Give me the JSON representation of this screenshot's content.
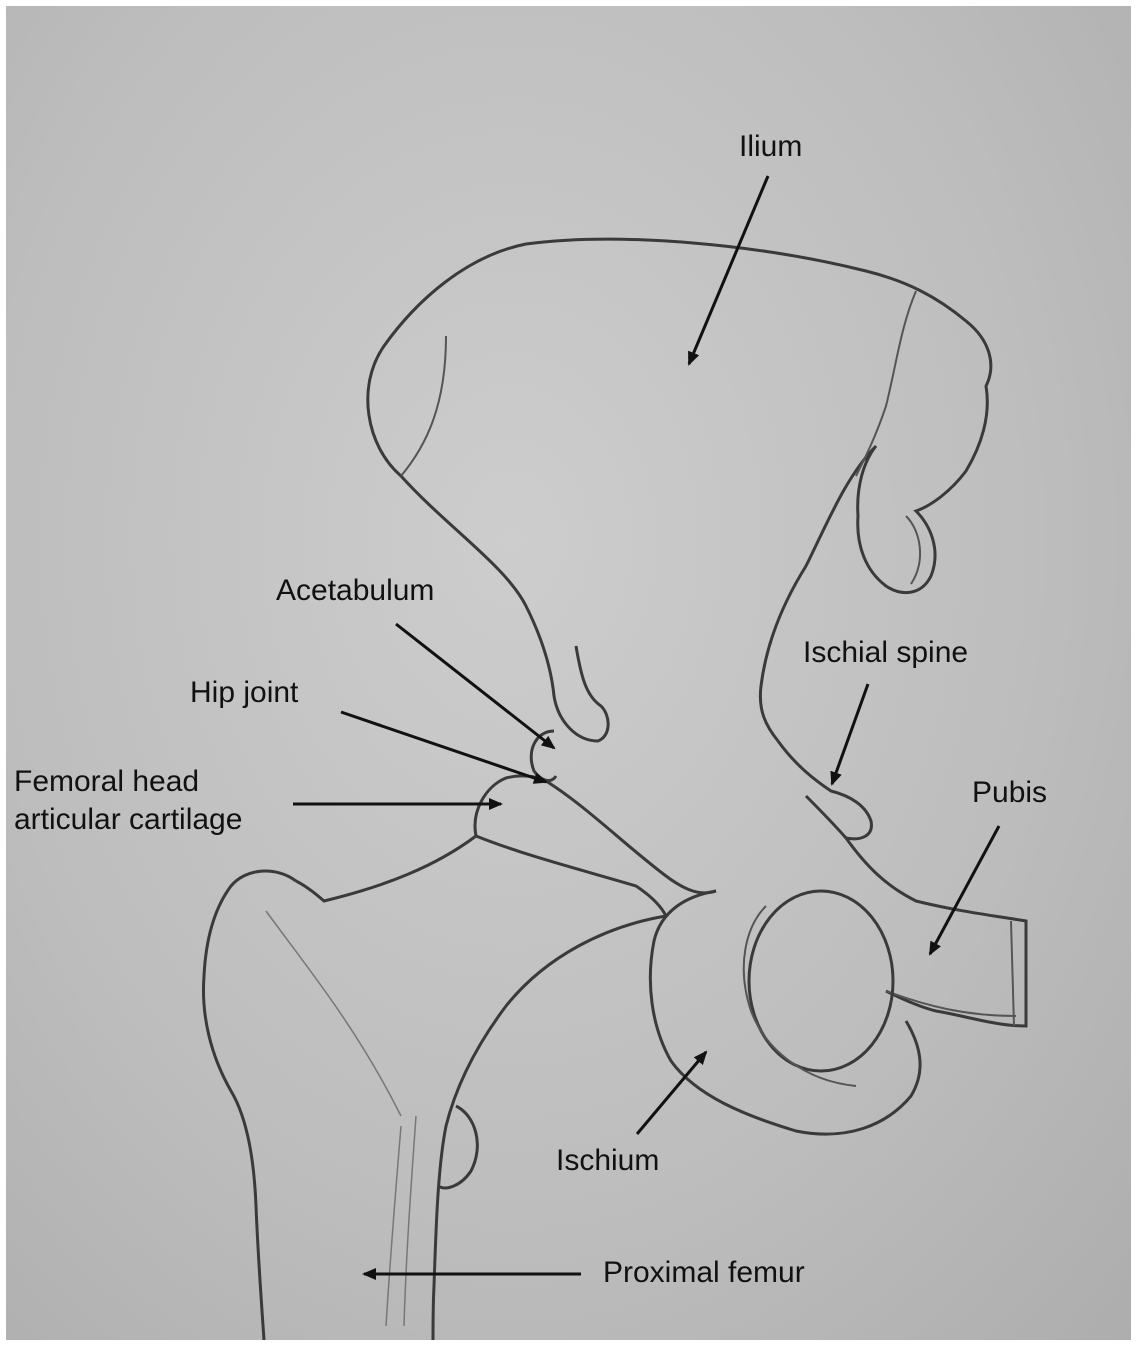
{
  "labels": {
    "ilium": "Ilium",
    "acetabulum": "Acetabulum",
    "hip_joint": "Hip joint",
    "femoral_head_cartilage": "Femoral head\narticular cartilage",
    "ischial_spine": "Ischial spine",
    "pubis": "Pubis",
    "ischium": "Ischium",
    "proximal_femur": "Proximal femur"
  },
  "colors": {
    "paper": "#c2c2c2",
    "pencil": "#3a3a3a",
    "ink": "#111111"
  }
}
